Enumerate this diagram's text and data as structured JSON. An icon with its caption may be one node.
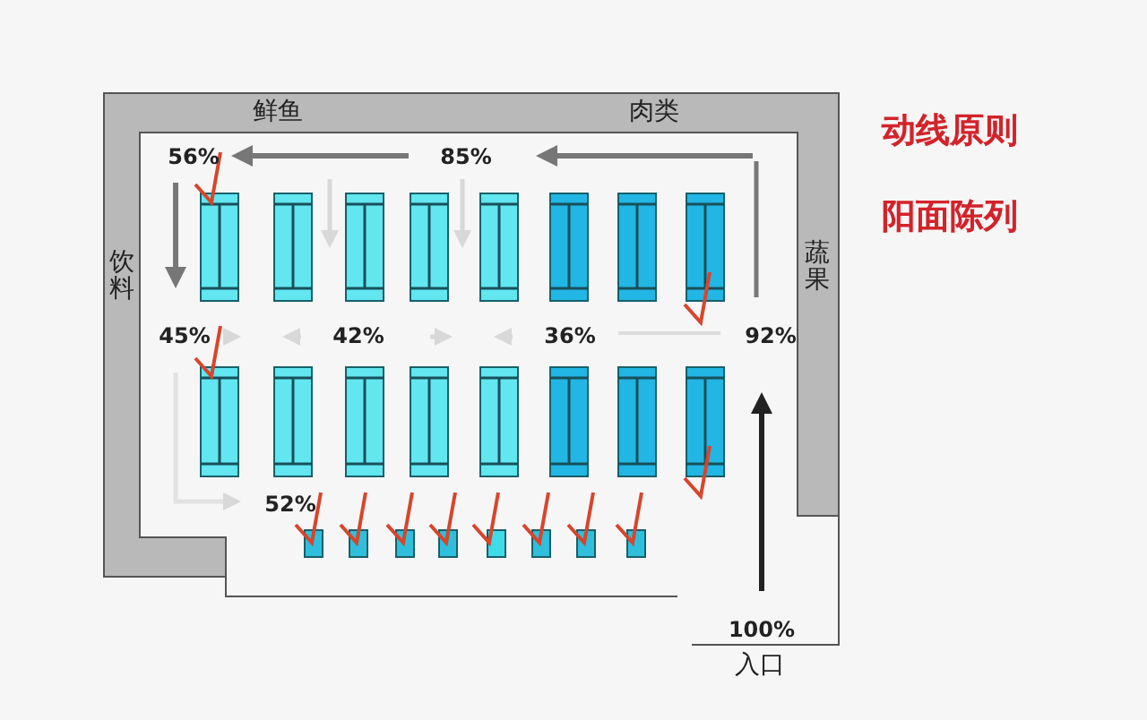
{
  "diagram": {
    "labels": [
      "鲜鱼",
      "肉类",
      "动线原则",
      "56%",
      "85%",
      "阳面陈列",
      "饮料",
      "蔬果",
      "45%",
      "42%",
      "36%",
      "92%",
      "52%",
      "100%",
      "入口"
    ]
  }
}
